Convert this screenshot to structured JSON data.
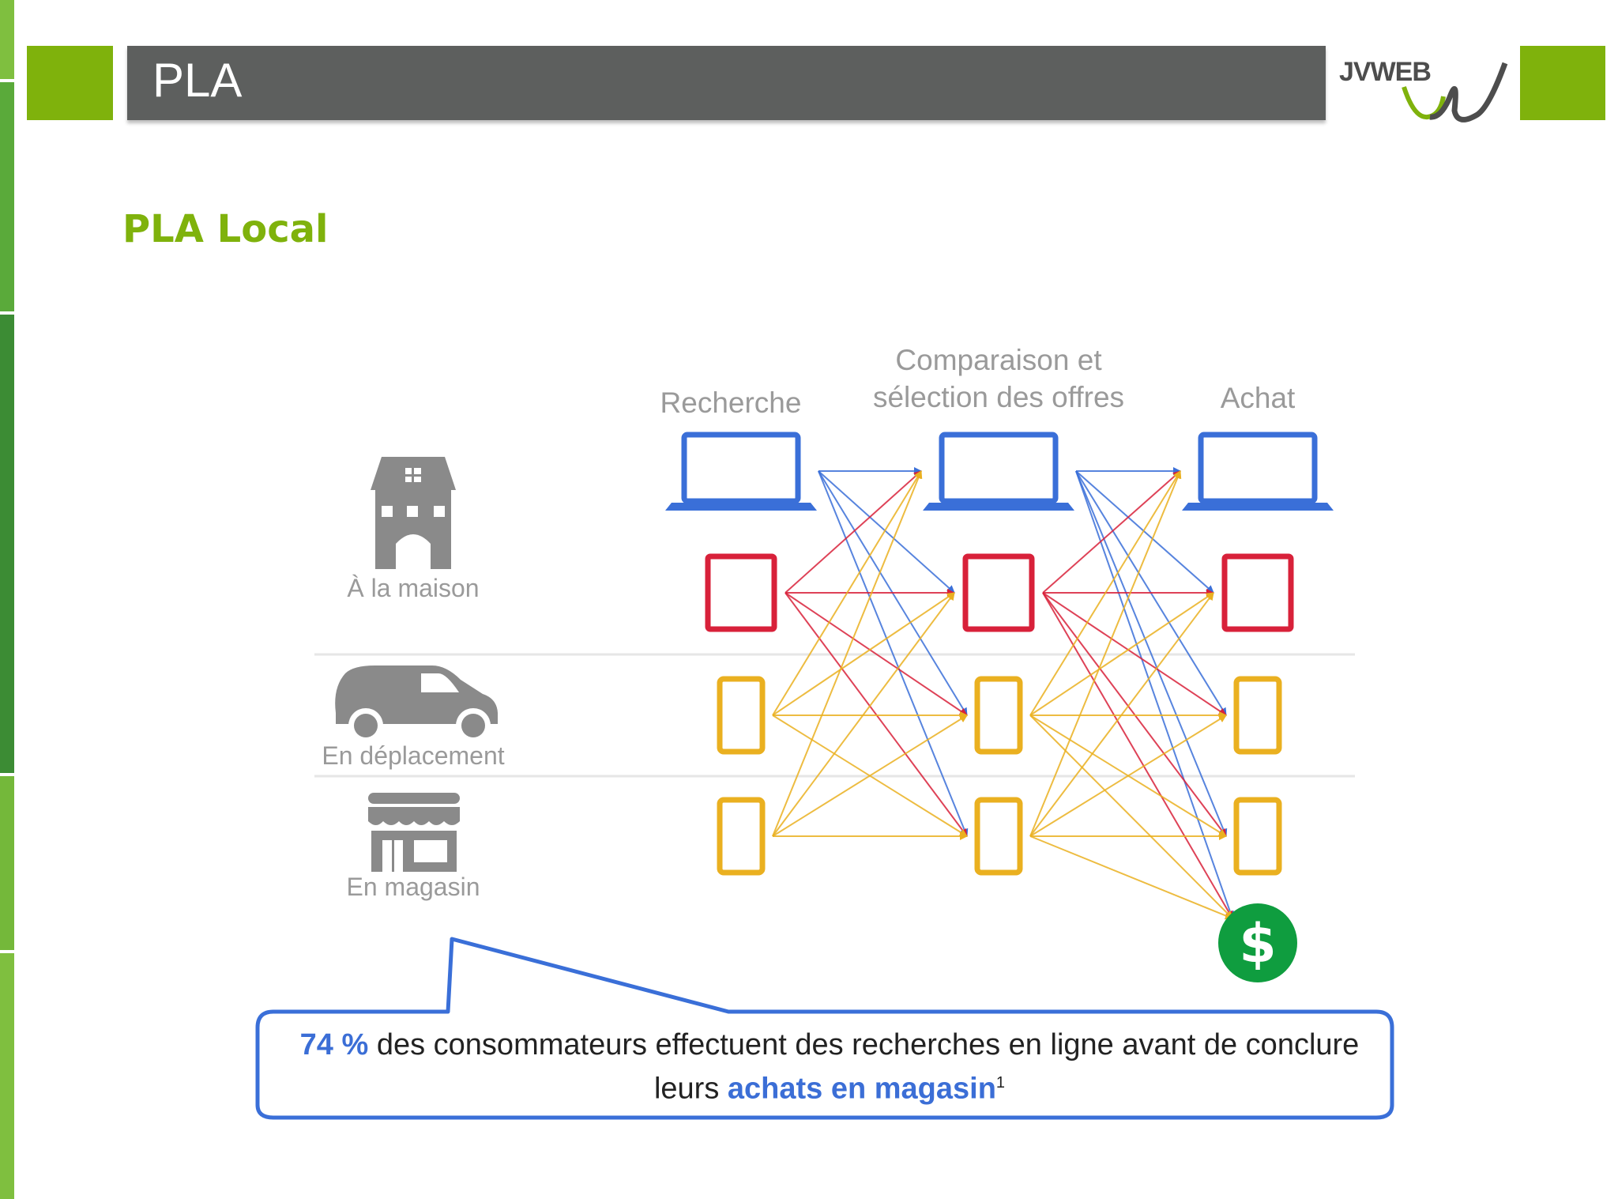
{
  "header": {
    "title": "PLA"
  },
  "logo": {
    "text": "JVWEB"
  },
  "subtitle": "PLA Local",
  "stages": [
    {
      "label": "Recherche"
    },
    {
      "label_line1": "Comparaison et",
      "label_line2": "sélection des offres"
    },
    {
      "label": "Achat"
    }
  ],
  "contexts": [
    {
      "label": "À la maison",
      "icon": "house-icon"
    },
    {
      "label": "En déplacement",
      "icon": "car-icon"
    },
    {
      "label": "En magasin",
      "icon": "store-icon"
    }
  ],
  "devices": [
    {
      "name": "laptop",
      "color": "#3a6fd8"
    },
    {
      "name": "tablet",
      "color": "#d8213a"
    },
    {
      "name": "smartphone",
      "color": "#eab020"
    },
    {
      "name": "smartphone",
      "color": "#eab020"
    }
  ],
  "purchase_icon": "dollar-icon",
  "purchase_color": "#0f9d3f",
  "callout": {
    "stat": "74 %",
    "text_part1": " des consommateurs effectuent des recherches en ligne avant de conclure leurs ",
    "highlight": "achats en magasin",
    "footnote": "1"
  },
  "colors": {
    "accent_green": "#7fb20c",
    "header_gray": "#5d5f5e",
    "callout_border": "#3a6fd8"
  }
}
